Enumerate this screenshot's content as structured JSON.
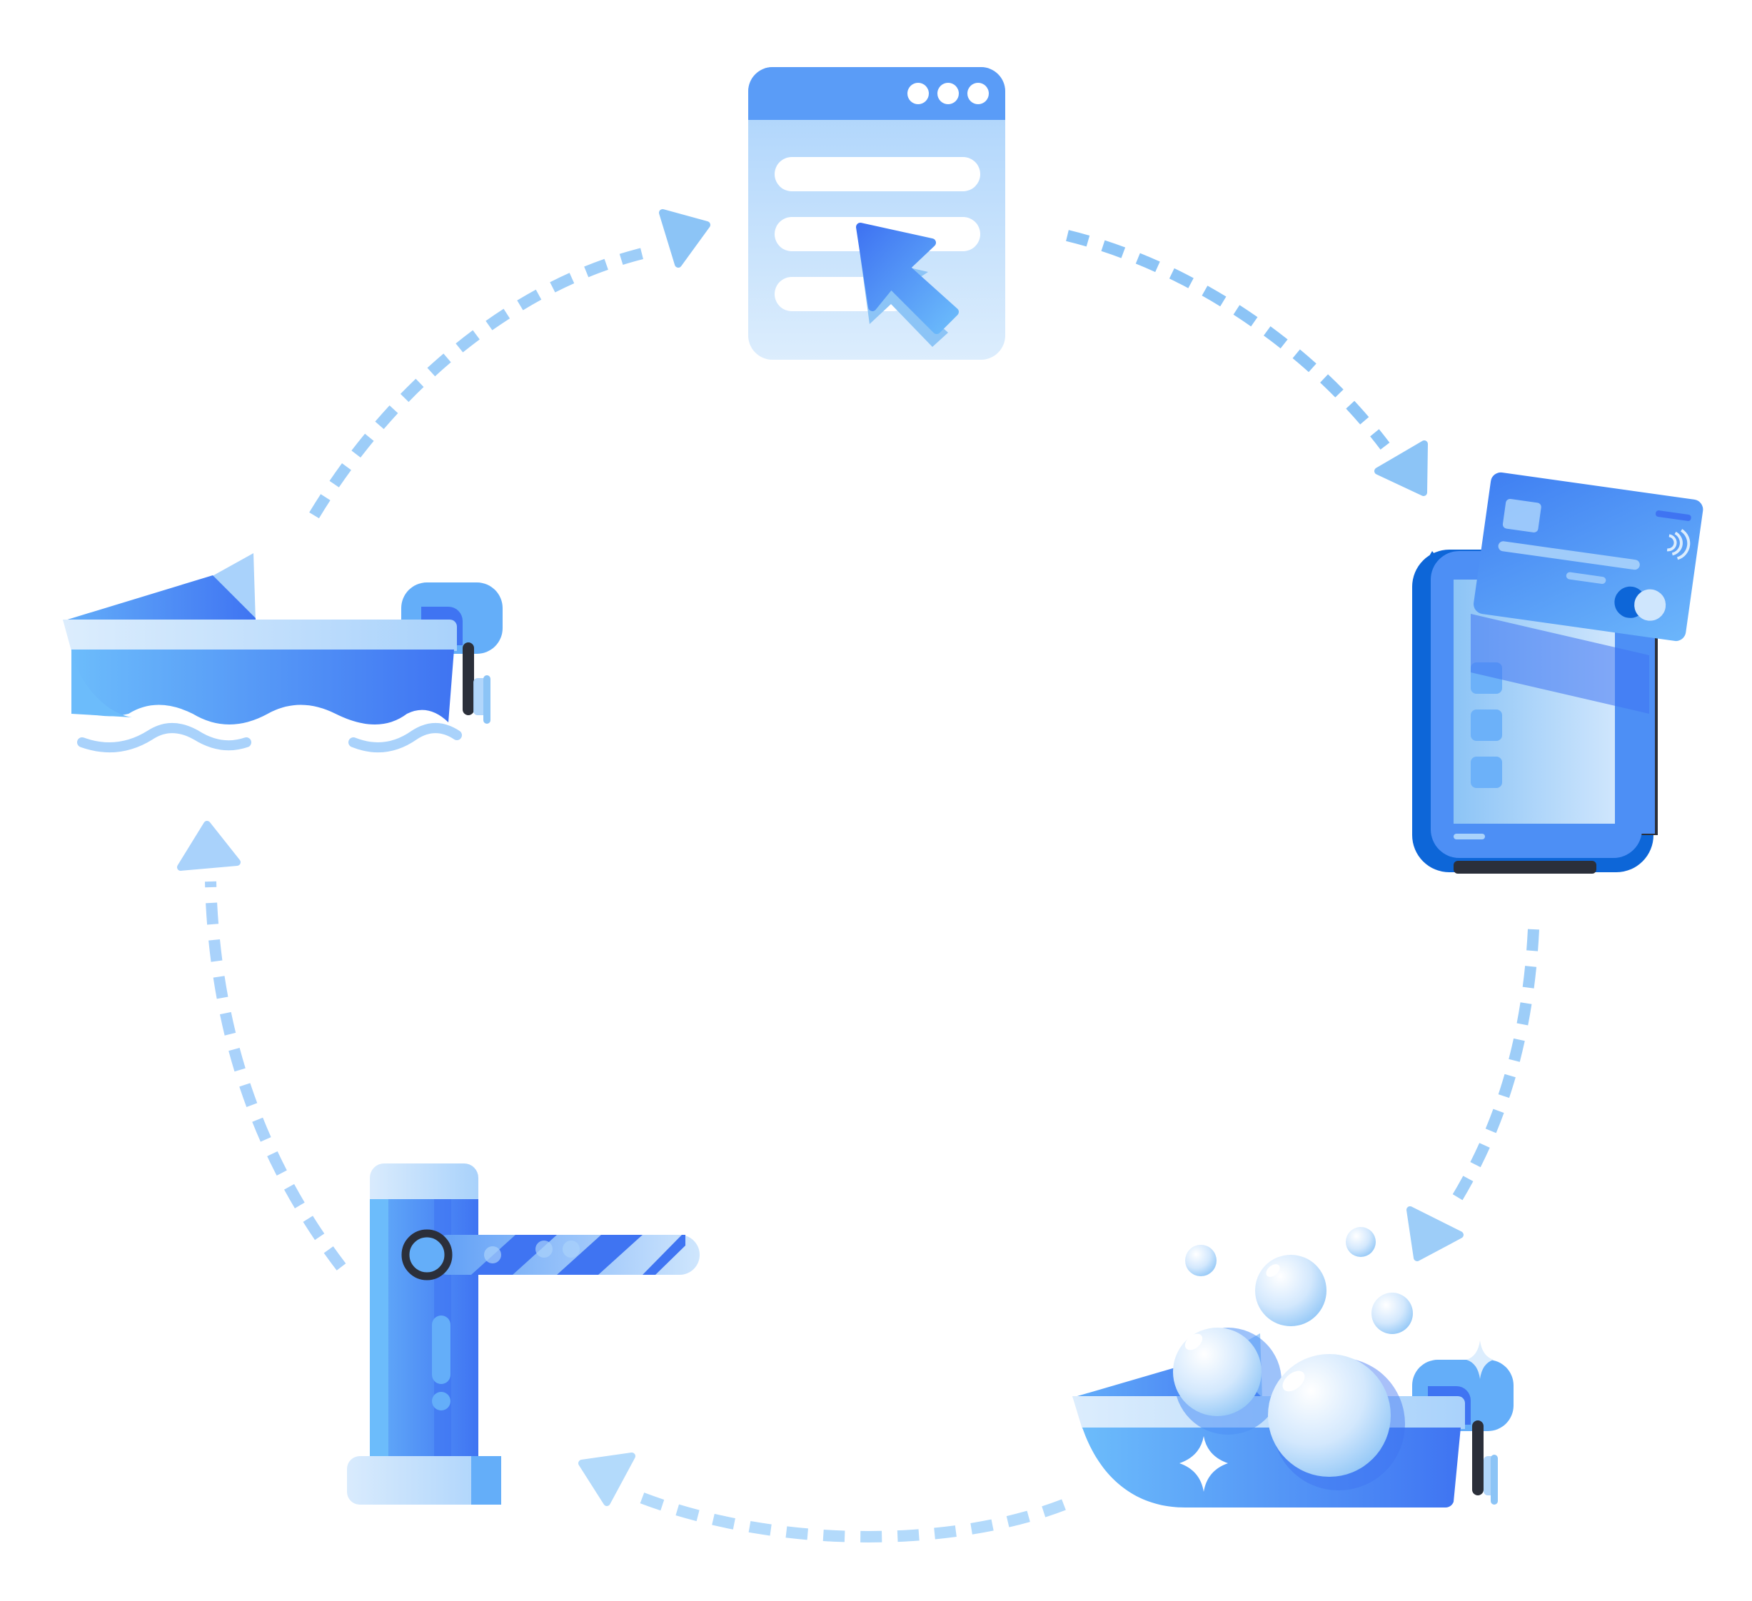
{
  "diagram": {
    "type": "cycle",
    "nodes": [
      {
        "id": "browser-window",
        "icon": "browser-window-cursor-icon"
      },
      {
        "id": "payment-terminal",
        "icon": "card-payment-terminal-icon"
      },
      {
        "id": "boat-wash",
        "icon": "boat-wash-bubbles-icon"
      },
      {
        "id": "parking-barrier",
        "icon": "parking-barrier-gate-icon"
      },
      {
        "id": "boat-on-water",
        "icon": "boat-on-water-icon"
      }
    ],
    "edges": [
      {
        "from": "browser-window",
        "to": "payment-terminal"
      },
      {
        "from": "payment-terminal",
        "to": "boat-wash"
      },
      {
        "from": "boat-wash",
        "to": "parking-barrier"
      },
      {
        "from": "parking-barrier",
        "to": "boat-on-water"
      },
      {
        "from": "boat-on-water",
        "to": "browser-window"
      }
    ]
  },
  "colors": {
    "arrow": "#8cc4f6",
    "primary": "#4d8ff5",
    "deep": "#0d66d8",
    "light": "#a9d2fb",
    "pale": "#d9ebfd",
    "accent": "#3f74f2",
    "dark": "#2b2f3a"
  }
}
